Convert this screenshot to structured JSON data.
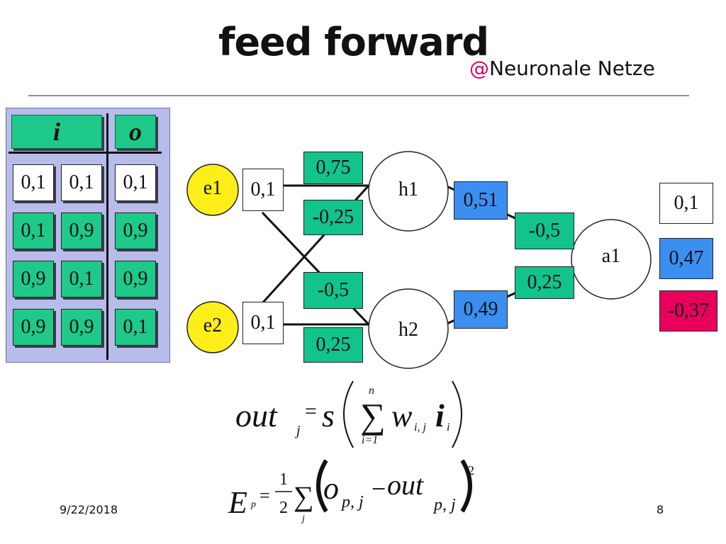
{
  "header": {
    "title": "feed forward",
    "subtitle_at": "@",
    "subtitle_text": "Neuronale Netze"
  },
  "table": {
    "header_i": "i",
    "header_o": "o",
    "rows": [
      {
        "i1": "0,1",
        "i2": "0,1",
        "o": "0,1"
      },
      {
        "i1": "0,1",
        "i2": "0,9",
        "o": "0,9"
      },
      {
        "i1": "0,9",
        "i2": "0,1",
        "o": "0,9"
      },
      {
        "i1": "0,9",
        "i2": "0,9",
        "o": "0,1"
      }
    ]
  },
  "network": {
    "inputs": [
      {
        "name": "e1",
        "value": "0,1"
      },
      {
        "name": "e2",
        "value": "0,1"
      }
    ],
    "hidden": [
      {
        "name": "h1",
        "w_in_1": "0,75",
        "w_in_2": "-0,25",
        "output": "0,51",
        "w_out": "-0,5"
      },
      {
        "name": "h2",
        "w_in_1": "-0,5",
        "w_in_2": "0,25",
        "output": "0,49",
        "w_out": "0,25"
      }
    ],
    "output_node": {
      "name": "a1"
    },
    "results": {
      "target": "0,1",
      "output": "0,47",
      "error": "-0,37"
    }
  },
  "formula1": {
    "lhs": "out",
    "lhs_sub": "j",
    "eq": "=",
    "func": "s",
    "sum_top": "n",
    "sum_bottom": "i=1",
    "w": "w",
    "w_sub": "i, j",
    "i": "i",
    "i_sub": "i"
  },
  "formula2": {
    "lhs": "E",
    "lhs_sub": "p",
    "eq": "=",
    "frac_num": "1",
    "frac_den": "2",
    "sum_bottom": "j",
    "o": "o",
    "o_sub": "p, j",
    "minus": "−",
    "out": "out",
    "out_sub": "p, j",
    "power": "2"
  },
  "footer": {
    "date": "9/22/2018",
    "page": "8"
  },
  "colors": {
    "green": "#13c38c",
    "blue": "#3b8ff0",
    "red": "#e8005c",
    "yellow": "#ffee1a",
    "panel": "#b8bcea"
  }
}
